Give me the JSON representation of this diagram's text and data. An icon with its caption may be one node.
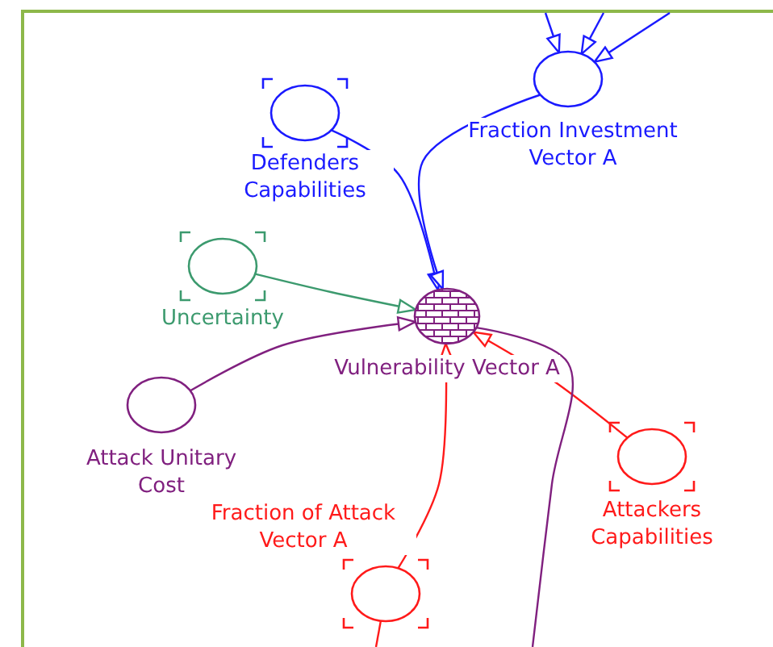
{
  "diagram": {
    "nodes": [
      {
        "text": [
          "Defenders Capabilities"
        ]
      },
      {
        "text": [
          "Fraction Investment Vector A"
        ]
      },
      {
        "text": [
          "Uncertainty"
        ]
      },
      {
        "text": [
          "Vulnerability Vector A"
        ]
      },
      {
        "text": [
          "Attack Unitary Cost"
        ]
      },
      {
        "text": [
          "Attackers Capabilities"
        ]
      },
      {
        "text": [
          "Fraction of Attack Vector A"
        ]
      }
    ],
    "edges": [
      {
        "from": 0,
        "to": 3,
        "arrow": "to"
      },
      {
        "from": 1,
        "to": 3,
        "arrow": "to"
      },
      {
        "from": 2,
        "to": 3,
        "arrow": "to",
        "color": "#3c9a6e"
      },
      {
        "from": 4,
        "to": 3,
        "arrow": "to",
        "color": "#80207f"
      },
      {
        "from": 5,
        "to": 3,
        "arrow": "to",
        "color": "#ff1a1a"
      },
      {
        "from": 6,
        "to": 3,
        "arrow": "to",
        "color": "#ff1a1a"
      },
      {
        "from": null,
        "to": 1,
        "arrow": "to"
      },
      {
        "from": null,
        "to": 1,
        "arrow": "to"
      },
      {
        "from": null,
        "to": 1,
        "arrow": "to"
      },
      {
        "from": 3,
        "to": null,
        "arrow": "none",
        "color": "#80207f"
      },
      {
        "from": 6,
        "to": null,
        "arrow": "none",
        "color": "#ff1a1a"
      }
    ]
  }
}
